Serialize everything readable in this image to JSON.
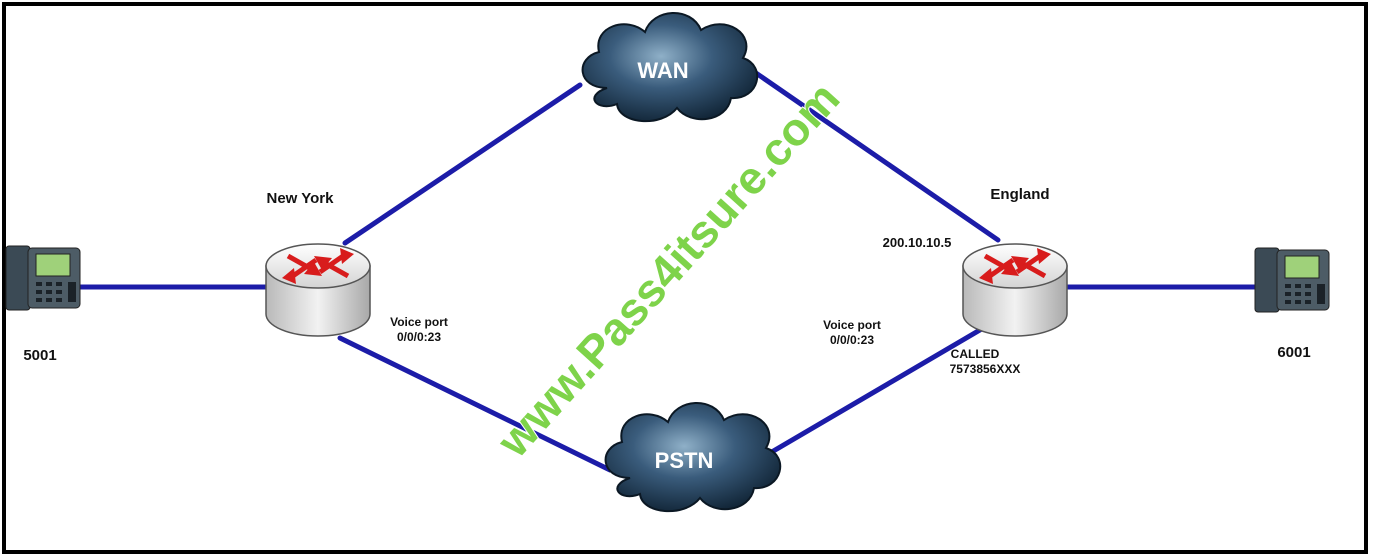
{
  "sites": {
    "new_york": {
      "name": "New York",
      "voice_port_label": "Voice port",
      "voice_port": "0/0/0:23"
    },
    "england": {
      "name": "England",
      "ip": "200.10.10.5",
      "voice_port_label": "Voice port",
      "voice_port": "0/0/0:23",
      "called_label": "CALLED",
      "called_number": "7573856XXX"
    }
  },
  "phones": {
    "left": {
      "extension": "5001"
    },
    "right": {
      "extension": "6001"
    }
  },
  "clouds": {
    "wan": {
      "label": "WAN"
    },
    "pstn": {
      "label": "PSTN"
    }
  },
  "watermark": "www.Pass4itsure.com",
  "colors": {
    "link": "#1c1ca8",
    "frame": "#000000",
    "router_body": "#e6e6e6",
    "router_arrow": "#d81c1c",
    "cloud_fill": "#2f4f6f",
    "watermark": "#7ed34a"
  }
}
